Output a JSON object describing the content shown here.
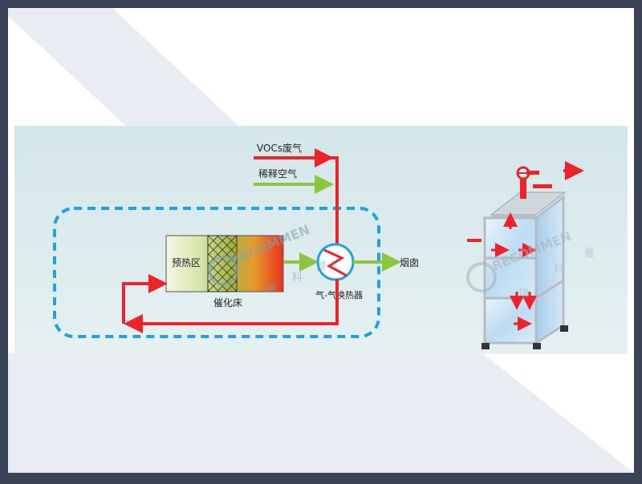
{
  "labels": {
    "vocs_waste_gas": "VOCs废气",
    "dilution_air": "稀释空气",
    "preheat_zone": "预热区",
    "catalyst_bed": "催化床",
    "heat_exchanger": "气-气换热器",
    "chimney": "烟囱"
  },
  "watermark": {
    "brand": "RECOMMEN",
    "chars": [
      "瑞",
      "科",
      "曼"
    ]
  },
  "colors": {
    "flow_red": "#ee2229",
    "flow_green": "#8cc63f",
    "boundary_blue": "#1fa3e0",
    "panel_bg": "#d6e7ea",
    "frame_border": "#3a4356"
  }
}
